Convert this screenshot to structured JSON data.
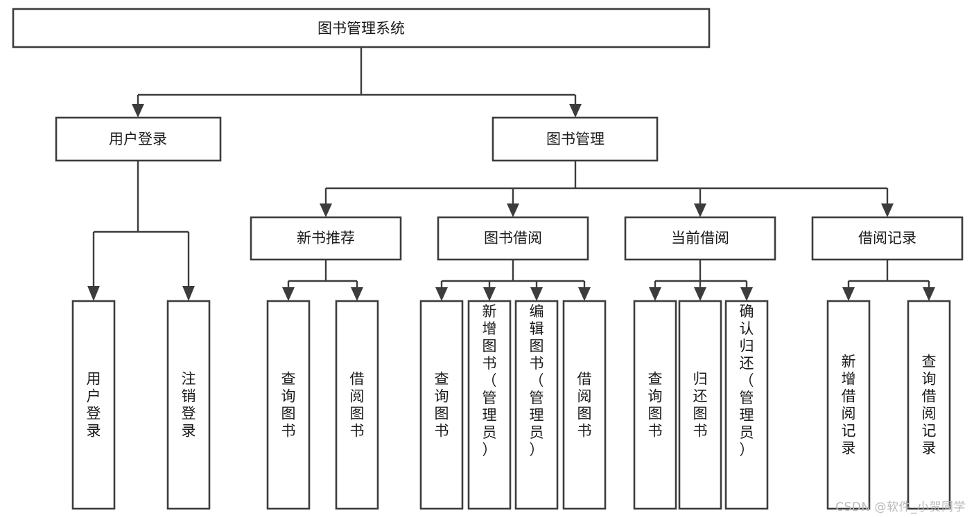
{
  "title": "图书管理系统",
  "watermark": "CSDN @软件_小贺同学",
  "chart_data": {
    "type": "diagram",
    "diagram_kind": "tree / functional-structure-chart",
    "orientation": "top-down",
    "title": "图书管理系统",
    "levels": 4,
    "nodes": [
      {
        "id": "root",
        "label": "图书管理系统",
        "level": 0,
        "parent": null
      },
      {
        "id": "n-user-login",
        "label": "用户登录",
        "level": 1,
        "parent": "root"
      },
      {
        "id": "n-book-mgmt",
        "label": "图书管理",
        "level": 1,
        "parent": "root"
      },
      {
        "id": "n-new-book-rec",
        "label": "新书推荐",
        "level": 2,
        "parent": "n-book-mgmt"
      },
      {
        "id": "n-book-borrow",
        "label": "图书借阅",
        "level": 2,
        "parent": "n-book-mgmt"
      },
      {
        "id": "n-current-borrow",
        "label": "当前借阅",
        "level": 2,
        "parent": "n-book-mgmt"
      },
      {
        "id": "n-borrow-record",
        "label": "借阅记录",
        "level": 2,
        "parent": "n-book-mgmt"
      },
      {
        "id": "l-user-login",
        "label": "用户登录",
        "level": 3,
        "parent": "n-user-login"
      },
      {
        "id": "l-logout",
        "label": "注销登录",
        "level": 3,
        "parent": "n-user-login"
      },
      {
        "id": "l-rec-query",
        "label": "查询图书",
        "level": 3,
        "parent": "n-new-book-rec"
      },
      {
        "id": "l-rec-borrow",
        "label": "借阅图书",
        "level": 3,
        "parent": "n-new-book-rec"
      },
      {
        "id": "l-bb-query",
        "label": "查询图书",
        "level": 3,
        "parent": "n-book-borrow"
      },
      {
        "id": "l-bb-add",
        "label": "新增图书（管理员）",
        "level": 3,
        "parent": "n-book-borrow"
      },
      {
        "id": "l-bb-edit",
        "label": "编辑图书（管理员）",
        "level": 3,
        "parent": "n-book-borrow"
      },
      {
        "id": "l-bb-borrow",
        "label": "借阅图书",
        "level": 3,
        "parent": "n-book-borrow"
      },
      {
        "id": "l-cb-query",
        "label": "查询图书",
        "level": 3,
        "parent": "n-current-borrow"
      },
      {
        "id": "l-cb-return",
        "label": "归还图书",
        "level": 3,
        "parent": "n-current-borrow"
      },
      {
        "id": "l-cb-confirm",
        "label": "确认归还（管理员）",
        "level": 3,
        "parent": "n-current-borrow"
      },
      {
        "id": "l-br-add",
        "label": "新增借阅记录",
        "level": 3,
        "parent": "n-borrow-record"
      },
      {
        "id": "l-br-query",
        "label": "查询借阅记录",
        "level": 3,
        "parent": "n-borrow-record"
      }
    ]
  },
  "nodes": {
    "root": {
      "label": "图书管理系统"
    },
    "level1": [
      {
        "label": "用户登录"
      },
      {
        "label": "图书管理"
      }
    ],
    "level2": [
      {
        "label": "新书推荐"
      },
      {
        "label": "图书借阅"
      },
      {
        "label": "当前借阅"
      },
      {
        "label": "借阅记录"
      }
    ],
    "leaves": {
      "user_login": [
        {
          "lines": [
            "用",
            "户",
            "登",
            "录"
          ]
        },
        {
          "lines": [
            "注",
            "销",
            "登",
            "录"
          ]
        }
      ],
      "new_book_rec": [
        {
          "lines": [
            "查",
            "询",
            "图",
            "书"
          ]
        },
        {
          "lines": [
            "借",
            "阅",
            "图",
            "书"
          ]
        }
      ],
      "book_borrow": [
        {
          "lines": [
            "查",
            "询",
            "图",
            "书"
          ]
        },
        {
          "lines": [
            "新",
            "增",
            "图",
            "书",
            "（",
            "管",
            "理",
            "员",
            "）"
          ]
        },
        {
          "lines": [
            "编",
            "辑",
            "图",
            "书",
            "（",
            "管",
            "理",
            "员",
            "）"
          ]
        },
        {
          "lines": [
            "借",
            "阅",
            "图",
            "书"
          ]
        }
      ],
      "current_borrow": [
        {
          "lines": [
            "查",
            "询",
            "图",
            "书"
          ]
        },
        {
          "lines": [
            "归",
            "还",
            "图",
            "书"
          ]
        },
        {
          "lines": [
            "确",
            "认",
            "归",
            "还",
            "（",
            "管",
            "理",
            "员",
            "）"
          ]
        }
      ],
      "borrow_record": [
        {
          "lines": [
            "新",
            "增",
            "借",
            "阅",
            "记",
            "录"
          ]
        },
        {
          "lines": [
            "查",
            "询",
            "借",
            "阅",
            "记",
            "录"
          ]
        }
      ]
    }
  },
  "colors": {
    "stroke": "#3c3c3c",
    "text": "#1a1a1a",
    "fill": "#ffffff",
    "watermark": "#b9b9b9"
  }
}
